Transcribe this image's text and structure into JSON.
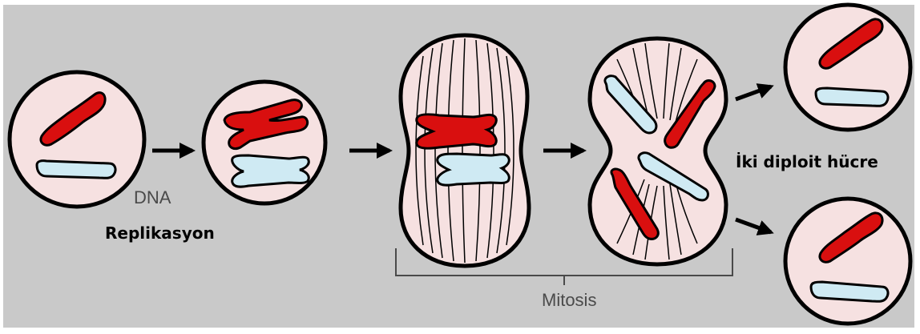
{
  "labels": {
    "dna": "DNA",
    "replication": "Replikasyon",
    "two_diploid_cells": "İki diploit hücre",
    "mitosis": "Mitosis"
  },
  "colors": {
    "background": "#c9c9c9",
    "cell_fill": "#f6e1e1",
    "chromosome_red": "#d90f0f",
    "chromosome_blue": "#cfeaf3",
    "outline": "#000000"
  }
}
